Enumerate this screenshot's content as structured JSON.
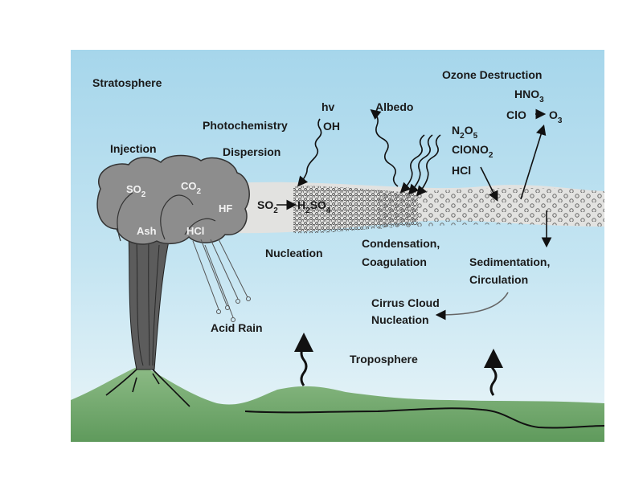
{
  "title": "Volcanic gases in the atmosphere",
  "layers": {
    "stratosphere": "Stratosphere",
    "troposphere": "Troposphere"
  },
  "cloud_gases": {
    "so2": "SO",
    "so2_sub": "2",
    "co2": "CO",
    "co2_sub": "2",
    "hf": "HF",
    "ash": "Ash",
    "hcl": "HCl"
  },
  "processes": {
    "injection": "Injection",
    "photochemistry": "Photochemistry",
    "hv": "hv",
    "oh": "OH",
    "dispersion": "Dispersion",
    "albedo": "Albedo",
    "nucleation": "Nucleation",
    "condensation": "Condensation,",
    "coagulation": "Coagulation",
    "sedimentation": "Sedimentation,",
    "circulation": "Circulation",
    "cirrus1": "Cirrus Cloud",
    "cirrus2": "Nucleation",
    "acid_rain": "Acid Rain",
    "ozone_destruction": "Ozone Destruction"
  },
  "chemistry": {
    "so2": "SO",
    "so2_sub": "2",
    "h2so4_h": "H",
    "h2so4_2": "2",
    "h2so4_so": "SO",
    "h2so4_4": "4",
    "n2o5_n": "N",
    "n2o5_2": "2",
    "n2o5_o": "O",
    "n2o5_5": "5",
    "clono": "ClONO",
    "clono_sub": "2",
    "hcl": "HCl",
    "hno": "HNO",
    "hno_sub": "3",
    "clo": "ClO",
    "o3": "O",
    "o3_sub": "3"
  },
  "colors": {
    "sky_top": "#a9d8ec",
    "sky_bottom": "#e6f3f8",
    "ground": "#7fb07a",
    "plume": "#e2e2e0",
    "cloud": "#8a8a8a"
  }
}
